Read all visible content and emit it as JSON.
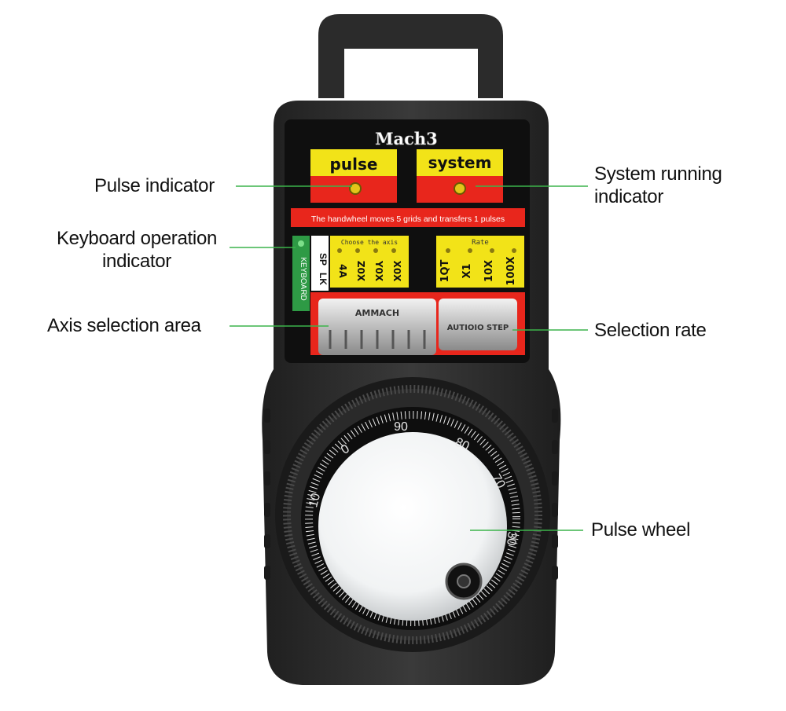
{
  "colors": {
    "leader_line": "#3cb44b",
    "device_body": "#2f2f2f",
    "panel_black": "#111111",
    "label_yellow": "#f2e318",
    "label_red": "#e8261c",
    "keyboard_green": "#2e9a45"
  },
  "device": {
    "brand": "Mach3",
    "pulse_label": "pulse",
    "system_label": "system",
    "banner": "The handwheel moves 5 grids and transfers 1 pulses",
    "keyboard_label": "KEYBOARD",
    "sp_label": "SP",
    "lk_label": "LK",
    "axis_title": "Choose the axis",
    "axis_options": [
      "4A",
      "Z0X",
      "Y0X",
      "X0X"
    ],
    "rate_title": "Rate",
    "rate_options": [
      "1QT",
      "X1",
      "10X",
      "100X"
    ],
    "knob_left_text": "AMMACH",
    "knob_right_text": "AUTIOIO STEP",
    "dial_numbers": [
      "90",
      "80",
      "70",
      "0",
      "10",
      "30"
    ]
  },
  "callouts": {
    "pulse_indicator": "Pulse indicator",
    "system_running_line1": "System running",
    "system_running_line2": "indicator",
    "keyboard_op_line1": "Keyboard operation",
    "keyboard_op_line2": "indicator",
    "axis_selection": "Axis selection area",
    "selection_rate": "Selection rate",
    "pulse_wheel": "Pulse wheel"
  }
}
